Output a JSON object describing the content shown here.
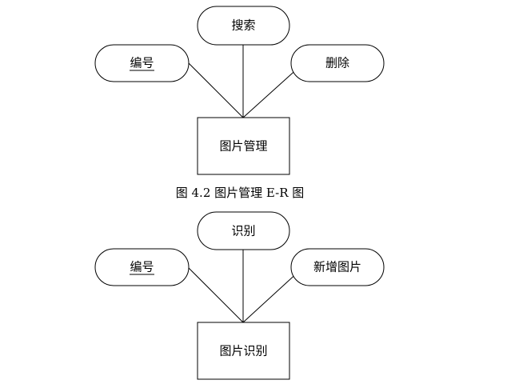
{
  "diagrams": [
    {
      "entity": "图片管理",
      "attributes": [
        {
          "label": "搜索",
          "is_key": false
        },
        {
          "label": "编号",
          "is_key": true
        },
        {
          "label": "删除",
          "is_key": false
        }
      ]
    },
    {
      "entity": "图片识别",
      "attributes": [
        {
          "label": "识别",
          "is_key": false
        },
        {
          "label": "编号",
          "is_key": true
        },
        {
          "label": "新增图片",
          "is_key": false
        }
      ]
    }
  ],
  "captions": [
    "图 4.2 图片管理 E-R 图"
  ]
}
